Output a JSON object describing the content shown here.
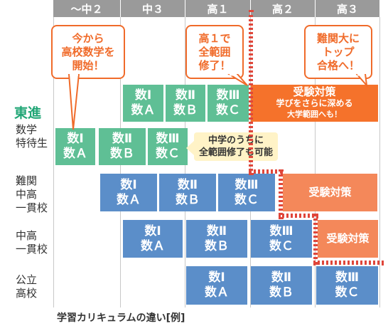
{
  "columns": [
    "〜中２",
    "中３",
    "高１",
    "高２",
    "高３"
  ],
  "rows": {
    "toshin": {
      "brand": "東進",
      "label_line1": "数学",
      "label_line2": "特待生"
    },
    "nankan": {
      "line1": "難関",
      "line2": "中高",
      "line3": "一貫校"
    },
    "chuko": {
      "line1": "中高",
      "line2": "一貫校"
    },
    "koritsu": {
      "line1": "公立",
      "line2": "高校"
    }
  },
  "subjects": {
    "s1": {
      "a": "数Ⅰ",
      "b": "数Ａ"
    },
    "s2": {
      "a": "数Ⅱ",
      "b": "数Ｂ"
    },
    "s3": {
      "a": "数Ⅲ",
      "b": "数Ｃ"
    }
  },
  "exam_block": {
    "title": "受験対策",
    "line2": "学びをさらに深める",
    "line3": "大学範囲へも！"
  },
  "exam_label": "受験対策",
  "bubbles": {
    "b1": {
      "l1": "今から",
      "l2": "高校数学を",
      "l3": "開始！"
    },
    "b2": {
      "l1": "高１で",
      "l2": "全範囲",
      "l3": "修了！"
    },
    "b3": {
      "l1": "難関大に",
      "l2": "トップ",
      "l3": "合格へ！"
    }
  },
  "callout": {
    "l1": "中学のうちに",
    "l2": "全範囲修了も可能"
  },
  "caption": "学習カリキュラムの違い[例]",
  "colors": {
    "green": "#5fbf95",
    "blue": "#5b8ec9",
    "orange": "#f5722b",
    "light_orange": "#f4885a",
    "brand": "#21a676",
    "header_gray": "#9a9a9a",
    "dotted_red": "#e0463a"
  }
}
